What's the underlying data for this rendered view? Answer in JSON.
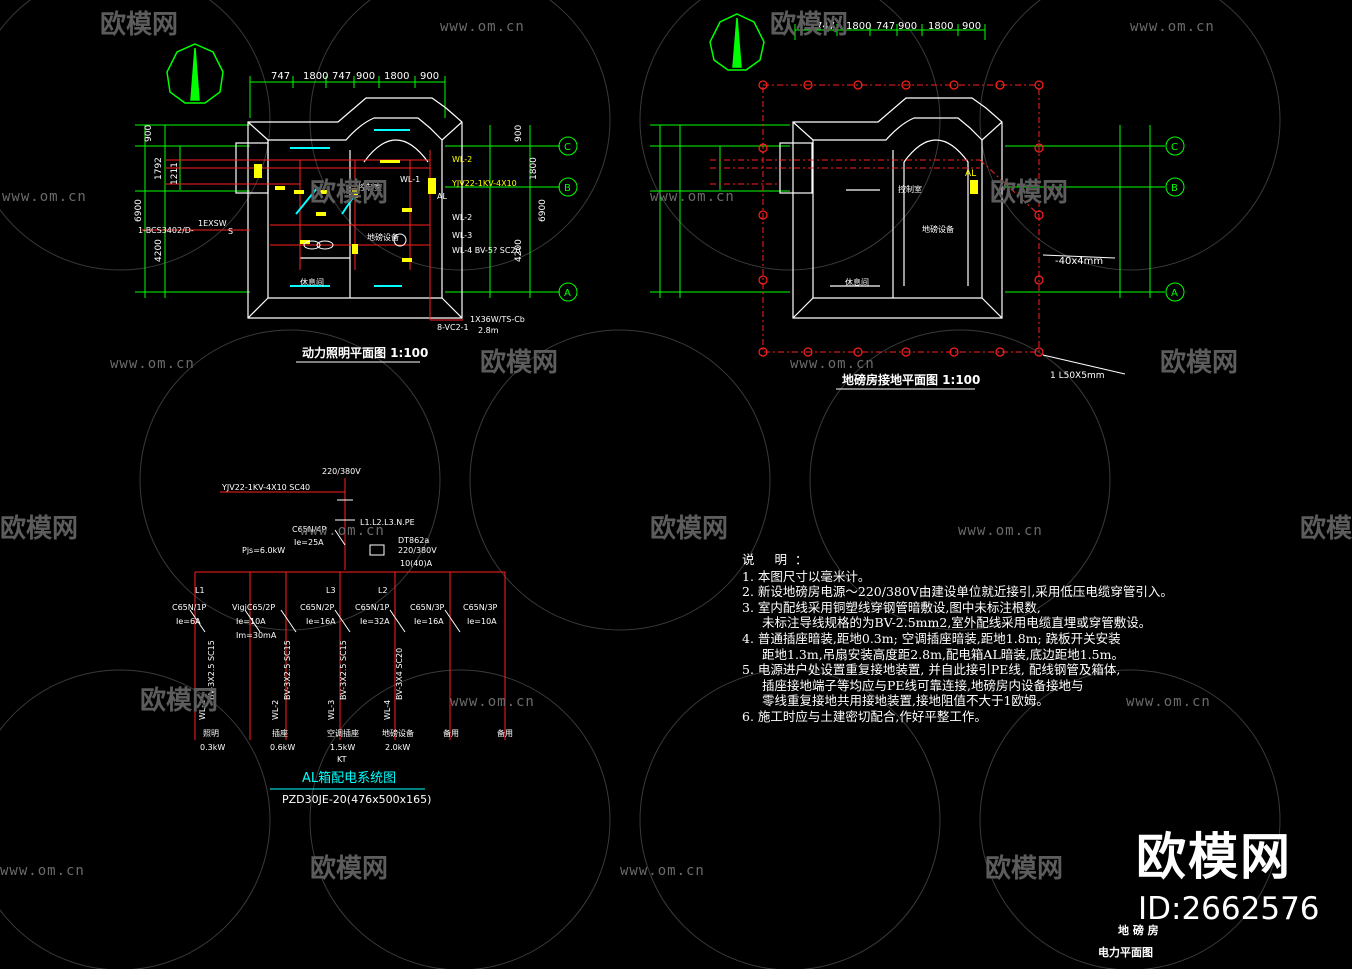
{
  "plans": {
    "power_title": "动力照明平面图 1:100",
    "ground_title": "地磅房接地平面图 1:100",
    "dims_top_left": [
      "747",
      "1800",
      "747",
      "900",
      "1800",
      "900"
    ],
    "dims_top_right": [
      "747",
      "1800",
      "747",
      "900",
      "1800",
      "900"
    ],
    "dims_side": [
      "900",
      "1792",
      "1211",
      "6900",
      "4200",
      "900",
      "1800",
      "6900",
      "4200"
    ],
    "axes": [
      "C",
      "B",
      "A"
    ],
    "room_labels": [
      "控制室",
      "休息间",
      "地磅设备"
    ],
    "circuit_labels": [
      "WL-2",
      "WL-1",
      "WL-2",
      "WL-3",
      "WL-4  BV-5?  SC20",
      "YJV22-1KV-4X10",
      "AL"
    ],
    "left_notes": [
      "1-BCS3402/D-",
      "1EXSW",
      "S",
      "1X36W/TS-Cb",
      "2.8m",
      "8-VC2-1"
    ],
    "ground_notes": [
      "AL",
      "-40x4mm",
      "1 L50X5mm"
    ]
  },
  "system": {
    "supply_voltage": "220/380V",
    "incoming_cable": "YJV22-1KV-4X10  SC40",
    "phase_label": "L1.L2.L3.N.PE",
    "main_breaker": "C65N/4P",
    "main_rating": "Ie=25A",
    "meter": "DT862a",
    "meter_voltage": "220/380V",
    "meter_current": "10(40)A",
    "total_load": "Pjs=6.0kW",
    "branches": [
      {
        "phase": "L1",
        "breaker": "C65N/1P",
        "rating": "Ie=6A",
        "extra": "",
        "circuit": "WL-1",
        "cable": "BV-3X2.5 SC15",
        "load": "照明",
        "power": "0.3kW"
      },
      {
        "phase": "",
        "breaker": "VigiC65/2P",
        "rating": "Ie=10A",
        "extra": "Im=30mA",
        "circuit": "WL-2",
        "cable": "BV-3X2.5 SC15",
        "load": "插座",
        "power": "0.6kW"
      },
      {
        "phase": "L3",
        "breaker": "C65N/2P",
        "rating": "Ie=16A",
        "extra": "",
        "circuit": "WL-3",
        "cable": "BV-3X2.5 SC15",
        "load": "空调插座",
        "power": "1.5kW"
      },
      {
        "phase": "L2",
        "breaker": "C65N/1P",
        "rating": "Ie=32A",
        "extra": "",
        "circuit": "WL-4",
        "cable": "BV-3X4 SC20",
        "load": "地磅设备",
        "power": "2.0kW"
      },
      {
        "phase": "",
        "breaker": "C65N/3P",
        "rating": "Ie=16A",
        "extra": "",
        "circuit": "",
        "cable": "",
        "load": "备用",
        "power": ""
      },
      {
        "phase": "",
        "breaker": "C65N/3P",
        "rating": "Ie=10A",
        "extra": "",
        "circuit": "",
        "cable": "",
        "load": "备用",
        "power": ""
      }
    ],
    "kt_label": "KT",
    "title": "AL箱配电系统图",
    "subtitle": "PZD30JE-20(476x500x165)"
  },
  "notes": {
    "title": "说 明：",
    "lines": [
      "1. 本图尺寸以毫米计。",
      "2. 新设地磅房电源～220/380V由建设单位就近接引,采用低压电缆穿管引入。",
      "3. 室内配线采用铜塑线穿钢管暗敷设,图中未标注根数,",
      "未标注导线规格的为BV-2.5mm2,室外配线采用电缆直埋或穿管敷设。",
      "4. 普通插座暗装,距地0.3m; 空调插座暗装,距地1.8m; 跷板开关安装",
      "距地1.3m,吊扇安装高度距2.8m,配电箱AL暗装,底边距地1.5m。",
      "5. 电源进户处设置重复接地装置, 并自此接引PE线, 配线钢管及箱体,",
      "插座接地端子等均应与PE线可靠连接,地磅房内设备接地与",
      "零线重复接地共用接地装置,接地阻值不大于1欧姆。",
      "6. 施工时应与土建密切配合,作好平整工作。"
    ]
  },
  "corner": {
    "line1": "地 磅 房",
    "line2": "电力平面图"
  },
  "watermarks": {
    "brand": "欧模网",
    "url": "www.om.cn",
    "id": "ID:2662576"
  },
  "colors": {
    "background": "#000000",
    "dimension": "#00ff00",
    "wall": "#ffffff",
    "wire": "#ff2020",
    "fixture": "#ffff00",
    "cyan": "#00ffff",
    "text": "#ffffff"
  }
}
